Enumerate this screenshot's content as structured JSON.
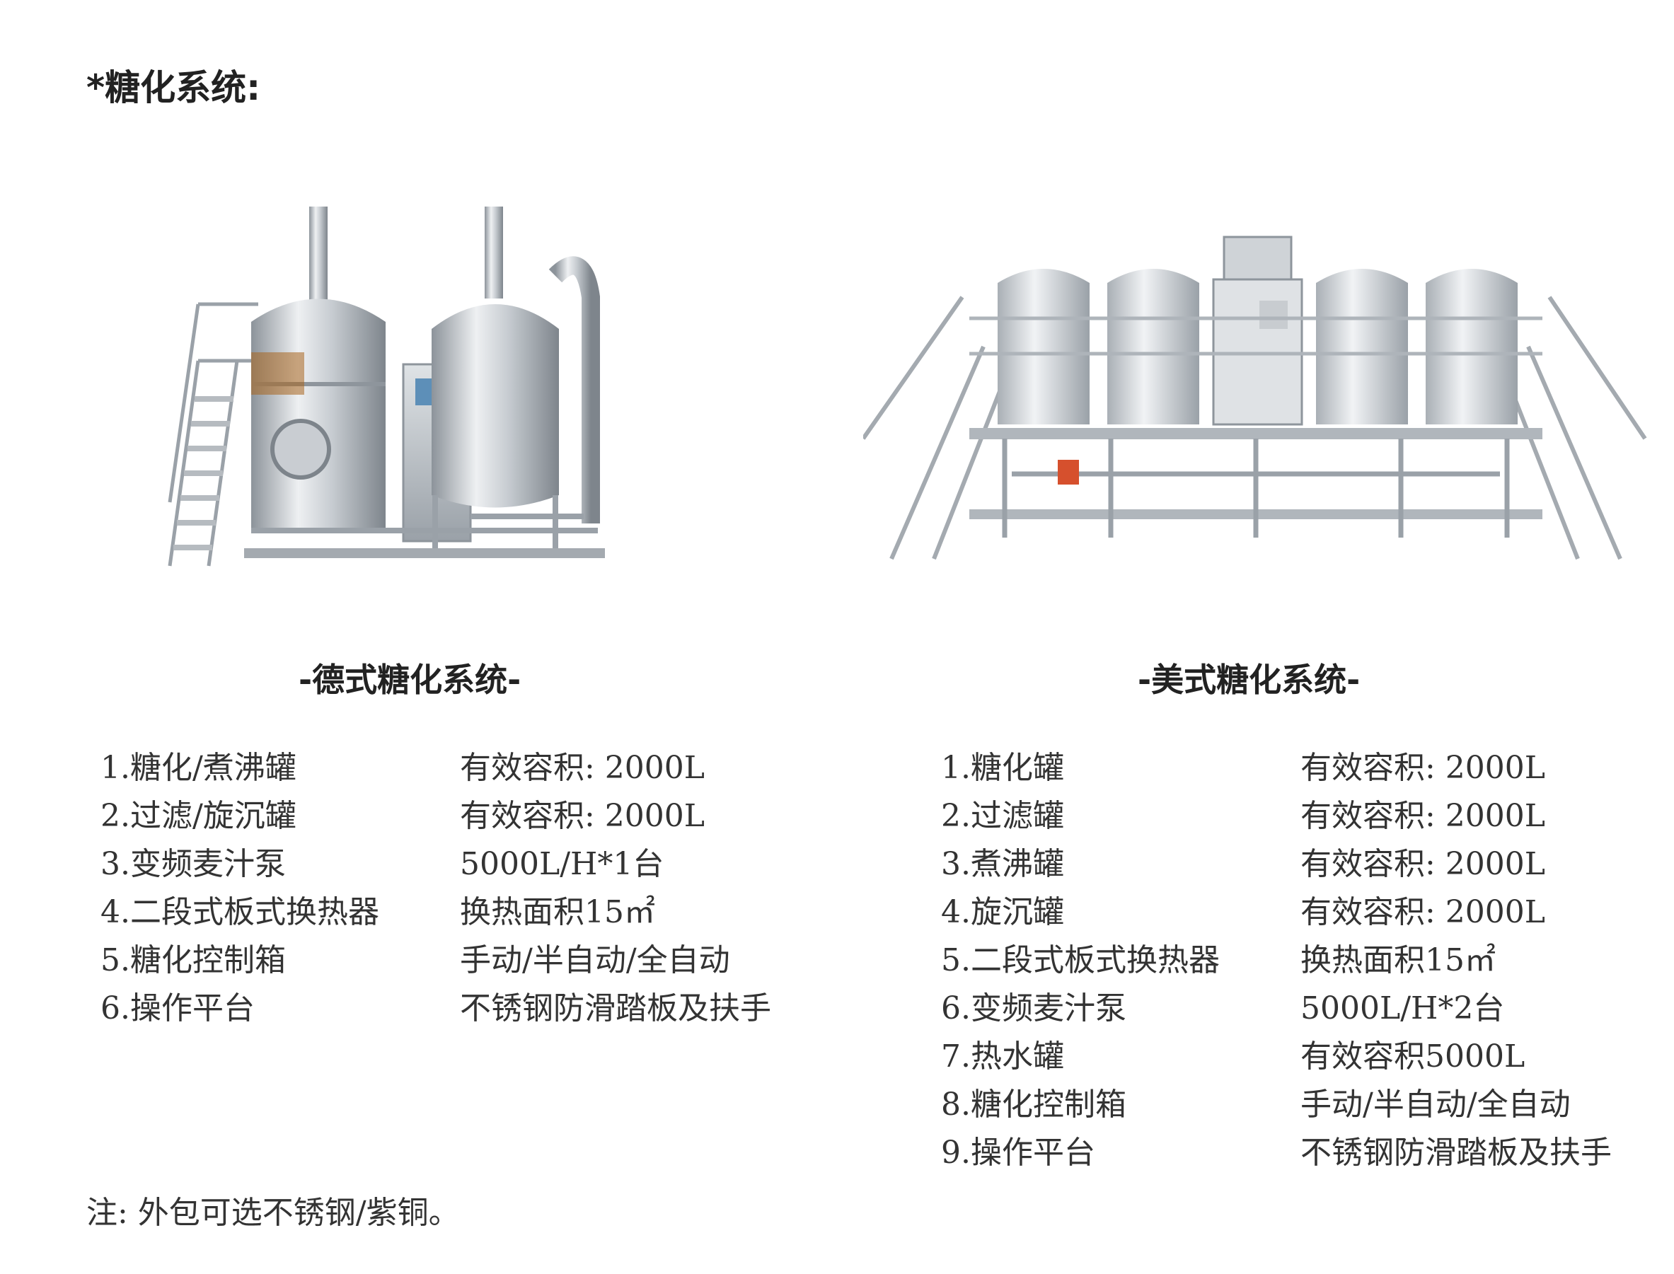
{
  "heading": "*糖化系统:",
  "german": {
    "title": "-德式糖化系统-",
    "specs": [
      {
        "item": "1.糖化/煮沸罐",
        "value": "有效容积: 2000L"
      },
      {
        "item": "2.过滤/旋沉罐",
        "value": "有效容积: 2000L"
      },
      {
        "item": "3.变频麦汁泵",
        "value": "5000L/H*1台"
      },
      {
        "item": "4.二段式板式换热器",
        "value": "换热面积15㎡"
      },
      {
        "item": "5.糖化控制箱",
        "value": "手动/半自动/全自动"
      },
      {
        "item": "6.操作平台",
        "value": "不锈钢防滑踏板及扶手"
      }
    ]
  },
  "american": {
    "title": "-美式糖化系统-",
    "specs": [
      {
        "item": "1.糖化罐",
        "value": "有效容积: 2000L"
      },
      {
        "item": "2.过滤罐",
        "value": "有效容积: 2000L"
      },
      {
        "item": "3.煮沸罐",
        "value": "有效容积: 2000L"
      },
      {
        "item": "4.旋沉罐",
        "value": "有效容积: 2000L"
      },
      {
        "item": "5.二段式板式换热器",
        "value": "换热面积15㎡"
      },
      {
        "item": "6.变频麦汁泵",
        "value": "5000L/H*2台"
      },
      {
        "item": "7.热水罐",
        "value": "有效容积5000L"
      },
      {
        "item": "8.糖化控制箱",
        "value": "手动/半自动/全自动"
      },
      {
        "item": "9.操作平台",
        "value": "不锈钢防滑踏板及扶手"
      }
    ]
  },
  "note": "注: 外包可选不锈钢/紫铜。",
  "colors": {
    "steel_light": "#e9ecef",
    "steel_mid": "#b9bec4",
    "steel_dark": "#7d848b",
    "text": "#2b2b2b"
  }
}
